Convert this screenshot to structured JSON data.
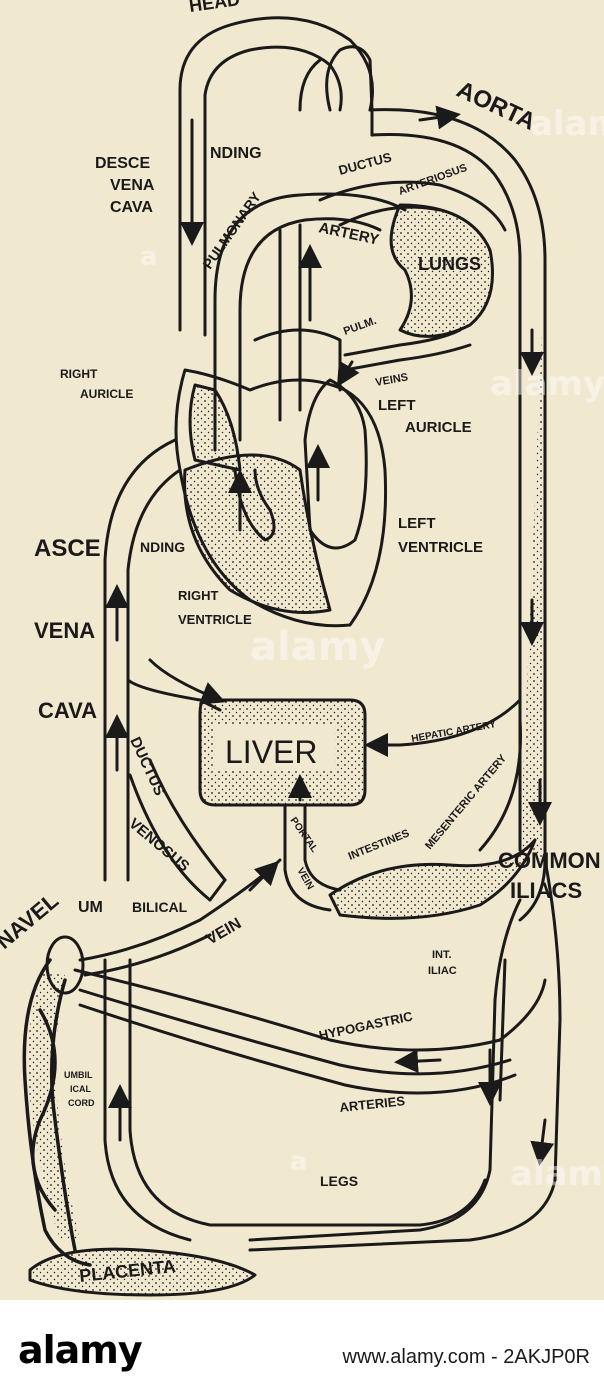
{
  "colors": {
    "paper": "#f1e8d0",
    "ink": "#1a1a1a",
    "footer_bg": "#ffffff",
    "watermark": "#ffffff"
  },
  "labels": {
    "head": "HEAD",
    "aorta": "AORTA",
    "descending_vena_cava_1": "DESCE",
    "descending_vena_cava_2": "NDING",
    "descending_vena_cava_3": "VENA",
    "descending_vena_cava_4": "CAVA",
    "ductus": "DUCTUS",
    "arteriosus": "ARTERIOSUS",
    "pulmonary": "PULMONARY",
    "artery": "ARTERY",
    "lungs": "LUNGS",
    "pulm": "PULM.",
    "veins": "VEINS",
    "right_auricle_1": "RIGHT",
    "right_auricle_2": "AURICLE",
    "left_auricle_1": "LEFT",
    "left_auricle_2": "AURICLE",
    "left_ventricle_1": "LEFT",
    "left_ventricle_2": "VENTRICLE",
    "ascending_1": "ASCE",
    "ascending_2": "NDING",
    "vena": "VENA",
    "cava": "CAVA",
    "right_ventricle_1": "RIGHT",
    "right_ventricle_2": "VENTRICLE",
    "hepatic_artery": "HEPATIC ARTERY",
    "liver": "LIVER",
    "ductus_v": "DUCTUS",
    "venosus": "VENOSUS",
    "intestines": "INTESTINES",
    "mesenteric_artery": "MESENTERIC ARTERY",
    "portal": "PORTAL",
    "vein_p": "VEIN",
    "common": "COMMON",
    "iliacs": "ILIACS",
    "navel": "NAVEL",
    "um": "UM",
    "bilical": "BILICAL",
    "vein_u": "VEIN",
    "int": "INT.",
    "iliac": "ILIAC",
    "hypogastric": "HYPOGASTRIC",
    "umbil": "UMBIL",
    "ical": "ICAL",
    "cord": "CORD",
    "arteries": "ARTERIES",
    "legs": "LEGS",
    "placenta": "PLACENTA"
  },
  "watermark": {
    "brand": "alamy",
    "tile": "a"
  },
  "footer": {
    "logo": "alamy",
    "url": "www.alamy.com - 2AKJP0R"
  }
}
